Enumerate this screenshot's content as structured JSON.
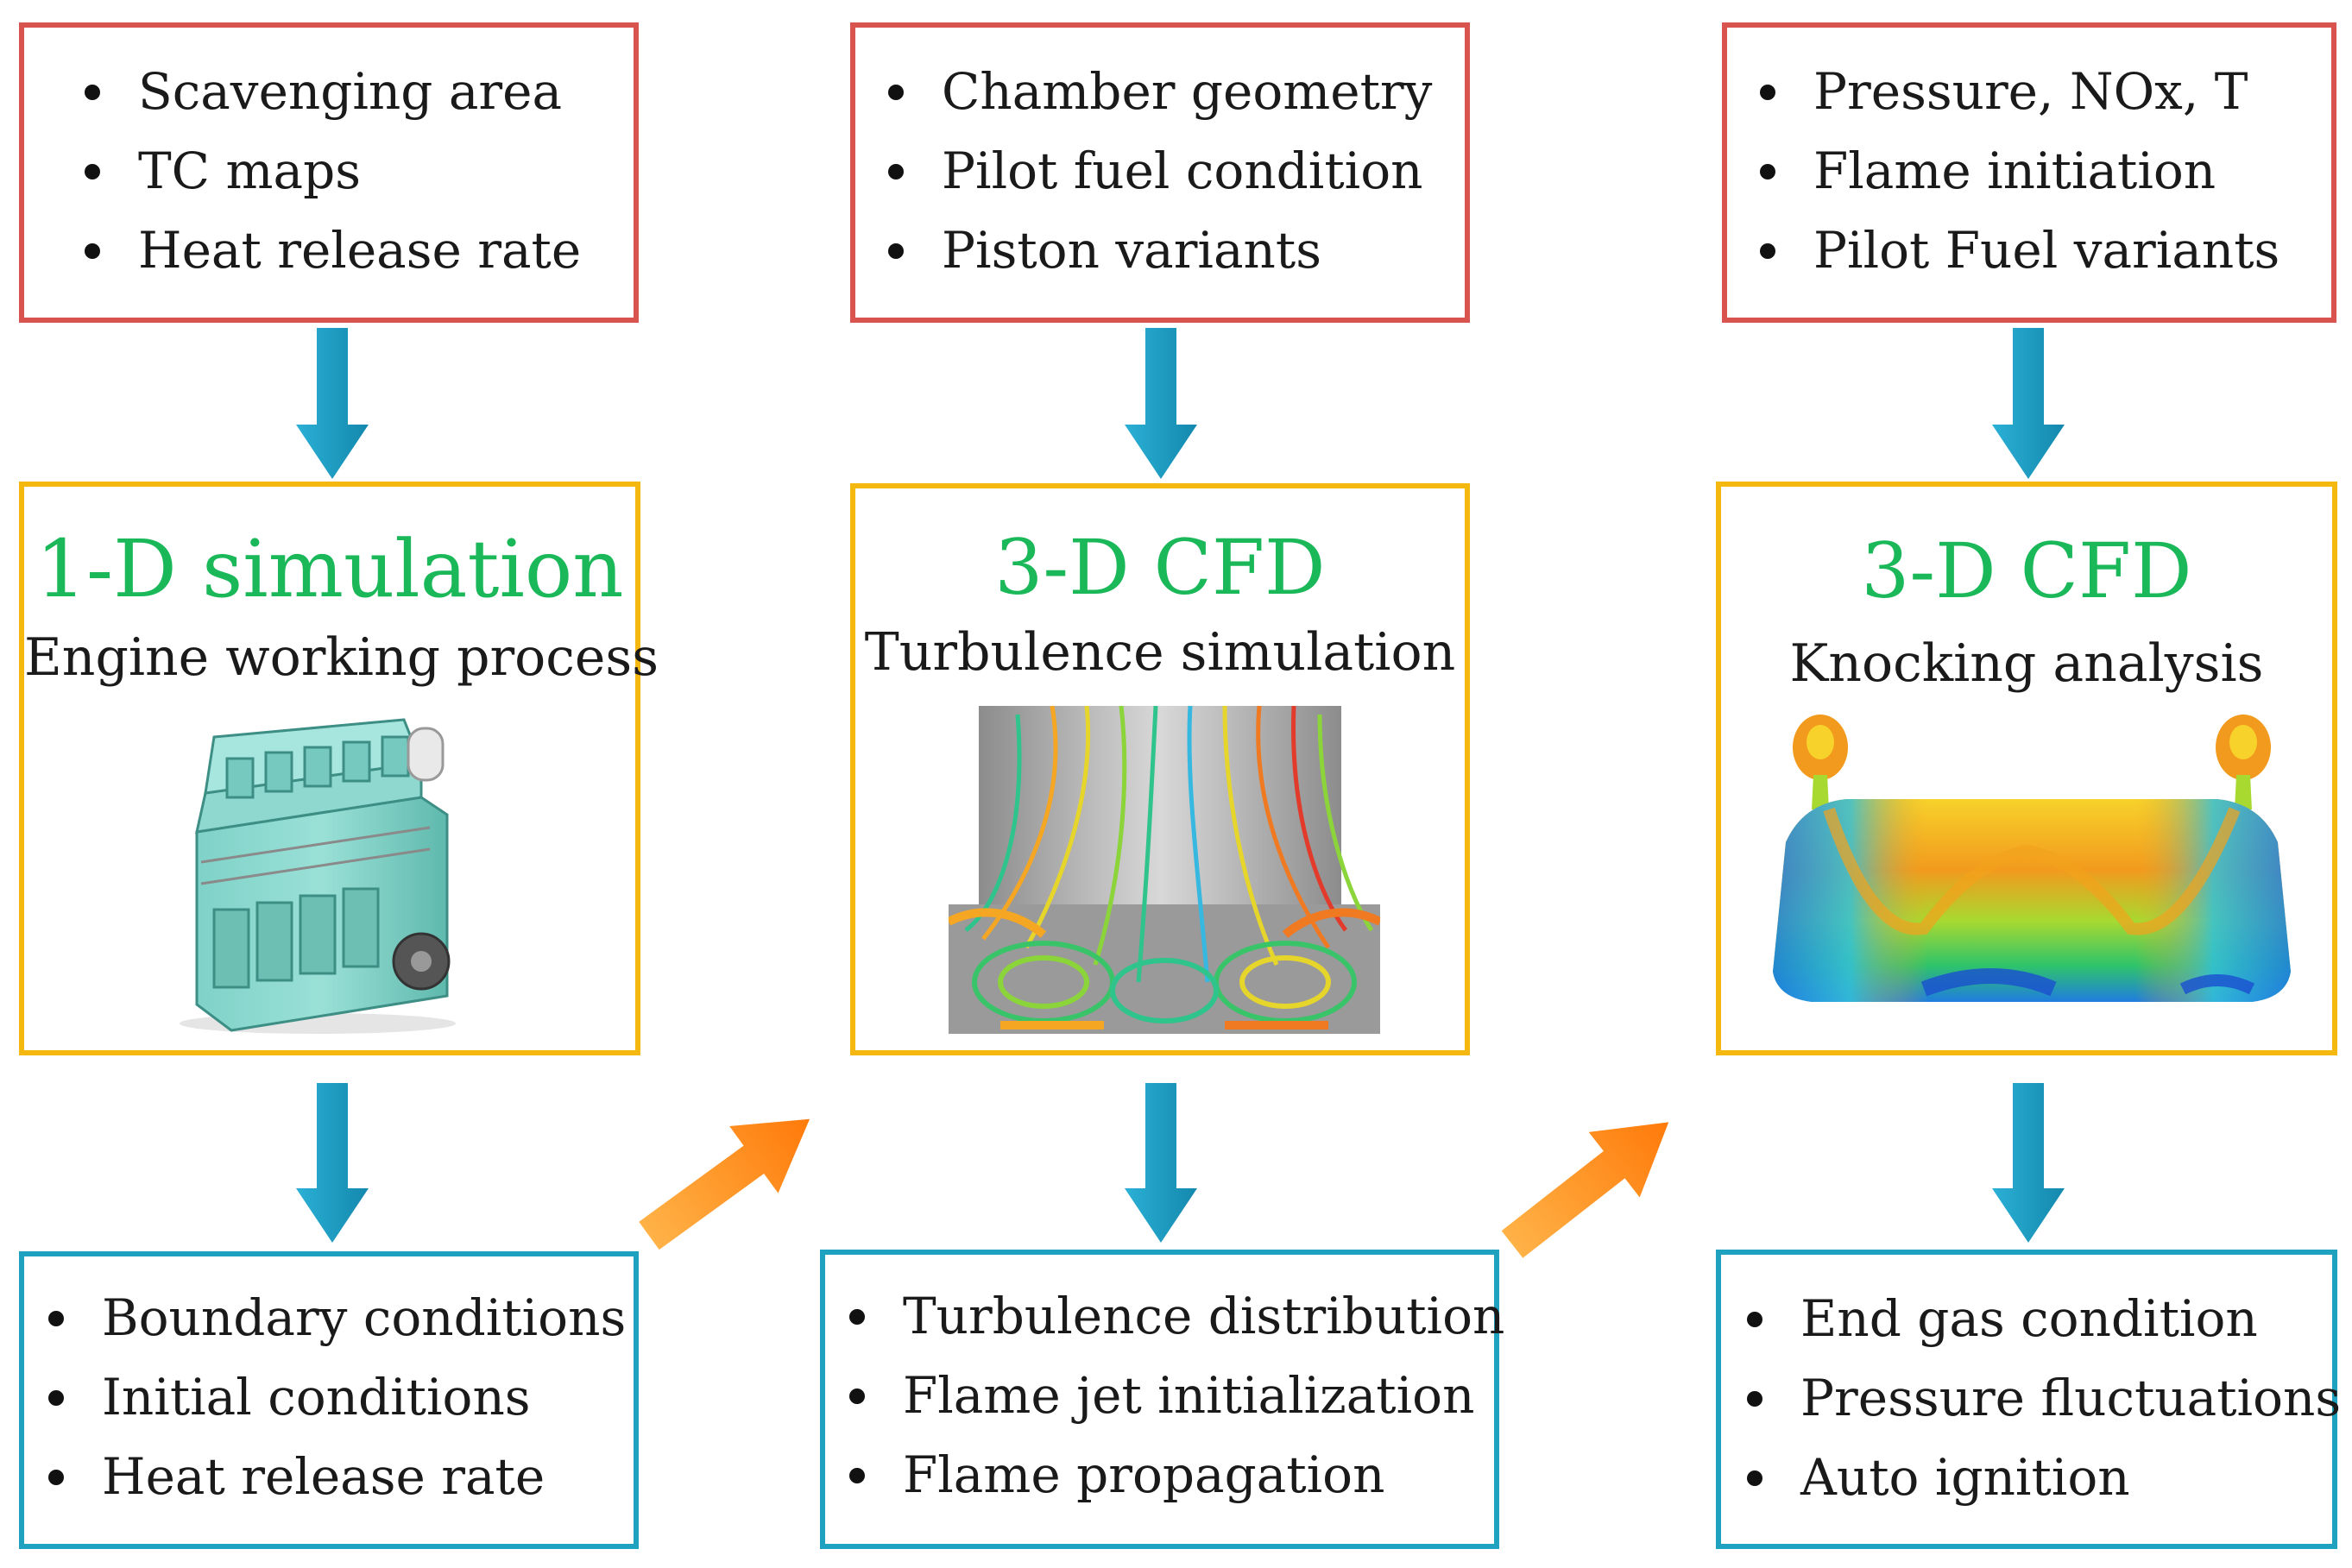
{
  "columns": [
    {
      "inputs": [
        "Scavenging area",
        "TC maps",
        "Heat release rate"
      ],
      "model_title": "1-D simulation",
      "model_subtitle": "Engine working process",
      "illustration_icon": "marine-engine-icon",
      "outputs": [
        "Boundary conditions",
        "Initial conditions",
        "Heat release rate"
      ]
    },
    {
      "inputs": [
        "Chamber geometry",
        "Pilot fuel condition",
        "Piston variants"
      ],
      "model_title": "3-D CFD",
      "model_subtitle": "Turbulence simulation",
      "illustration_icon": "turbulence-streamlines-icon",
      "outputs": [
        "Turbulence distribution",
        "Flame jet initialization",
        "Flame propagation"
      ]
    },
    {
      "inputs": [
        "Pressure, NOx, T",
        "Flame initiation",
        "Pilot Fuel variants"
      ],
      "model_title": "3-D CFD",
      "model_subtitle": "Knocking analysis",
      "illustration_icon": "knocking-contour-icon",
      "outputs": [
        "End gas condition",
        "Pressure fluctuations",
        "Auto ignition"
      ]
    }
  ],
  "colors": {
    "input_border": "#d9534f",
    "model_border": "#f5b80f",
    "output_border": "#1ea2c0",
    "title_green": "#1bb85a",
    "flow_arrow": "#1b9dc2",
    "link_arrow": "#ff8a1e"
  }
}
